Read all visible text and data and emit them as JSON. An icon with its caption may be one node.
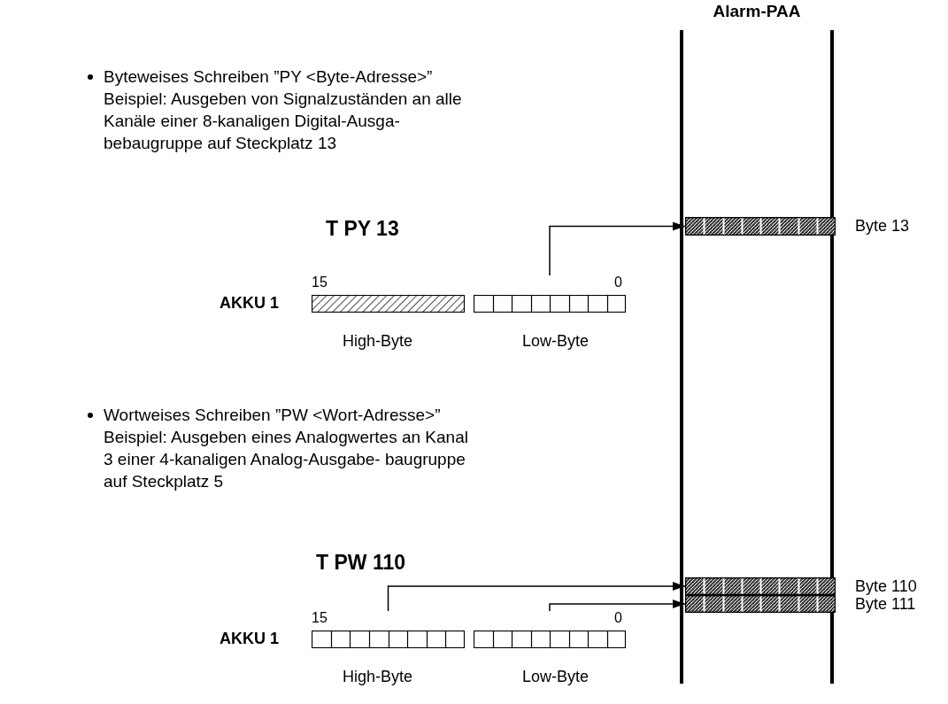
{
  "diagram": {
    "nodes": [
      {
        "text": [
          "Alarm-PAA"
        ]
      },
      {
        "text": [],
        "shape": "bar",
        "in": 0,
        "beside": [
          "Byte 13"
        ]
      },
      {
        "text": [],
        "shape": "bar",
        "in": 0,
        "beside": [
          "Byte 110"
        ]
      },
      {
        "text": [],
        "shape": "bar",
        "in": 0,
        "beside": [
          "Byte 111"
        ]
      },
      {
        "text": [],
        "shape": "bar",
        "beside": [
          "High-Byte"
        ]
      },
      {
        "text": [],
        "shape": "bar",
        "beside": [
          "Low-Byte"
        ]
      },
      {
        "text": [],
        "shape": "bar",
        "beside": [
          "High-Byte"
        ]
      },
      {
        "text": [],
        "shape": "bar",
        "beside": [
          "Low-Byte"
        ]
      }
    ],
    "edges": [
      {
        "from": 5,
        "to": 1,
        "arrow": "to"
      },
      {
        "from": 6,
        "to": 2,
        "arrow": "to"
      },
      {
        "from": 7,
        "to": 3,
        "arrow": "to"
      }
    ],
    "labels": [
      "Byteweises Schreiben ”PY <Byte-Adresse>”",
      "Beispiel: Ausgeben von Signalzuständen an alle Kanäle einer 8-kanaligen Digital-Ausga- bebaugruppe auf Steckplatz 13",
      "T PY 13",
      "15",
      "0",
      "AKKU 1",
      "Wortweises Schreiben ”PW <Wort-Adresse>”",
      "Beispiel: Ausgeben eines Analogwertes an Kanal 3 einer 4-kanaligen Analog-Ausgabe- baugruppe auf Steckplatz 5",
      "T PW 110",
      "15",
      "0",
      "AKKU 1"
    ]
  }
}
